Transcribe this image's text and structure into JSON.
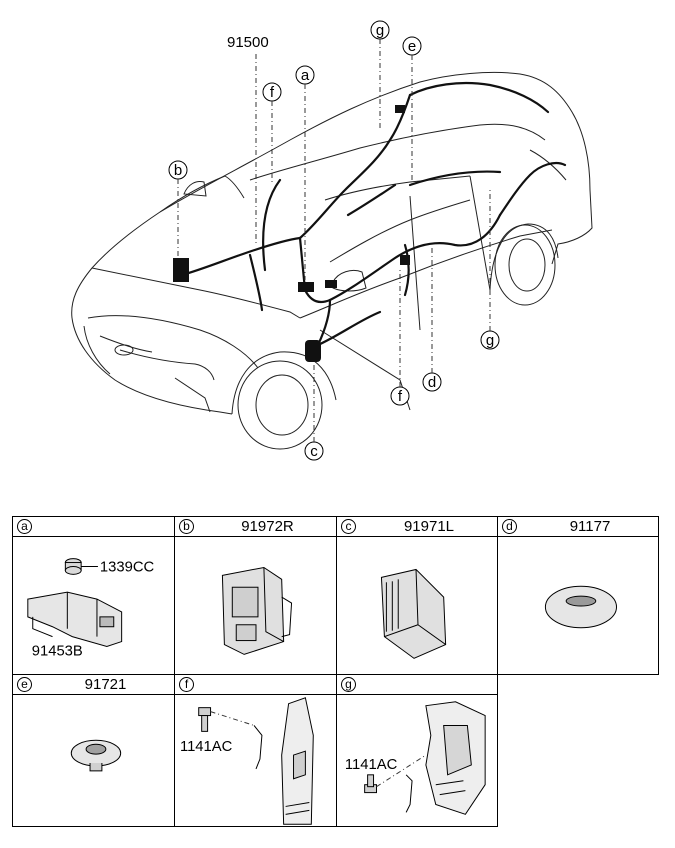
{
  "overview": {
    "harness_part_no": "91500",
    "callouts": {
      "a": "a",
      "b": "b",
      "c": "c",
      "d": "d",
      "e": "e",
      "f_upper": "f",
      "f_lower": "f",
      "g_upper": "g",
      "g_lower": "g"
    }
  },
  "parts": {
    "a": {
      "letter": "a",
      "part_no": "",
      "labels": {
        "nut": "1339CC",
        "bracket": "91453B"
      }
    },
    "b": {
      "letter": "b",
      "part_no": "91972R"
    },
    "c": {
      "letter": "c",
      "part_no": "91971L"
    },
    "d": {
      "letter": "d",
      "part_no": "91177"
    },
    "e": {
      "letter": "e",
      "part_no": "91721"
    },
    "f": {
      "letter": "f",
      "part_no": "",
      "labels": {
        "bolt": "1141AC"
      }
    },
    "g": {
      "letter": "g",
      "part_no": "",
      "labels": {
        "bolt": "1141AC"
      }
    }
  },
  "colors": {
    "line": "#000000",
    "background": "#ffffff",
    "part_fill": "#d9d9d9"
  }
}
